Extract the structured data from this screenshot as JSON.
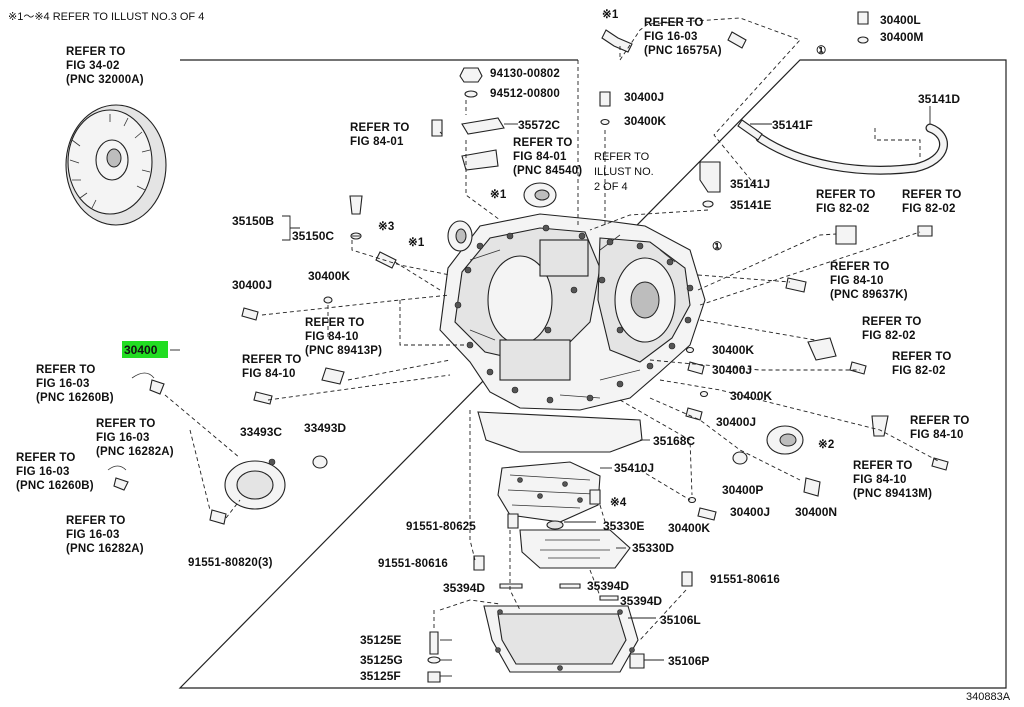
{
  "header": {
    "note": "※1〜※4 REFER TO ILLUST NO.3 OF 4"
  },
  "diagram_id": "340883A",
  "highlight": {
    "part": "30400",
    "color": "#22dd22"
  },
  "refer_notes": {
    "torque_converter": [
      "REFER TO",
      "FIG 34-02",
      "(PNC 32000A)"
    ],
    "top_bolt": [
      "REFER TO",
      "FIG 16-03",
      "(PNC 16575A)"
    ],
    "fig84_top": [
      "REFER TO",
      "FIG 84-01"
    ],
    "fig84_pnc": [
      "FIG 84-01",
      "(PNC 84540)"
    ],
    "illust2": [
      "REFER TO",
      "ILLUST NO.",
      "2 OF 4"
    ],
    "fig82_a": [
      "REFER TO",
      "FIG 82-02"
    ],
    "fig82_b": [
      "REFER TO",
      "FIG 82-02"
    ],
    "fig84_89637k": [
      "REFER TO",
      "FIG 84-10",
      "(PNC 89637K)"
    ],
    "fig84_89413p": [
      "REFER TO",
      "FIG 84-10",
      "(PNC 89413P)"
    ],
    "fig84_left": [
      "REFER TO",
      "FIG 84-10"
    ],
    "fig82_c": [
      "REFER TO",
      "FIG 82-02"
    ],
    "fig82_d": [
      "REFER TO",
      "FIG 82-02"
    ],
    "fig84_right": [
      "REFER TO",
      "FIG 84-10"
    ],
    "fig84_89413m": [
      "REFER TO",
      "FIG 84-10",
      "(PNC 89413M)"
    ],
    "fig16_16260b_a": [
      "REFER TO",
      "FIG 16-03",
      "(PNC 16260B)"
    ],
    "fig16_16282a_a": [
      "REFER TO",
      "FIG 16-03",
      "(PNC 16282A)"
    ],
    "fig16_16260b_b": [
      "REFER TO",
      "FIG 16-03",
      "(PNC 16260B)"
    ],
    "fig16_16282a_b": [
      "REFER TO",
      "FIG 16-03",
      "(PNC 16282A)"
    ]
  },
  "marks": {
    "m1_top": "※1",
    "m1_seal": "※1",
    "m1_seal2": "※1",
    "m3": "※3",
    "m2": "※2",
    "m4": "※4",
    "circ1_top": "①",
    "circ1_mid": "①"
  },
  "parts": {
    "p94130": "94130-00802",
    "p94512": "94512-00800",
    "p35572c": "35572C",
    "p30400j_top": "30400J",
    "p30400k_top": "30400K",
    "p30400l": "30400L",
    "p30400m": "30400M",
    "p35141d": "35141D",
    "p35141f": "35141F",
    "p35141j": "35141J",
    "p35141e": "35141E",
    "p35150b": "35150B",
    "p35150c": "35150C",
    "p30400j_l": "30400J",
    "p30400k_l": "30400K",
    "p30400": "30400",
    "p33493c": "33493C",
    "p33493d": "33493D",
    "p91551_820": "91551-80820(3)",
    "p30400k_r1": "30400K",
    "p30400j_r1": "30400J",
    "p30400k_r2": "30400K",
    "p30400j_r2": "30400J",
    "p35168c": "35168C",
    "p35410j": "35410J",
    "p30400p": "30400P",
    "p30400n": "30400N",
    "p30400k_b": "30400K",
    "p30400j_b": "30400J",
    "p91551_625": "91551-80625",
    "p35330e": "35330E",
    "p35330d": "35330D",
    "p91551_616a": "91551-80616",
    "p35394d_a": "35394D",
    "p35394d_b": "35394D",
    "p35394d_c": "35394D",
    "p91551_616b": "91551-80616",
    "p35106l": "35106L",
    "p35125e": "35125E",
    "p35125g": "35125G",
    "p35125f": "35125F",
    "p35106p": "35106P"
  }
}
